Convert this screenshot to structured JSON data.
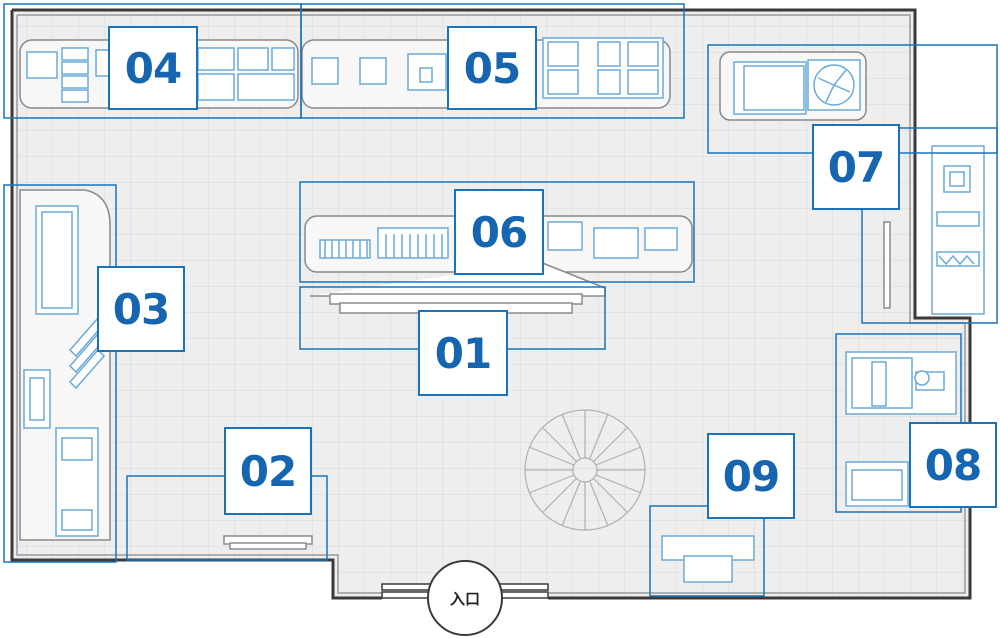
{
  "zones": [
    {
      "id": "01",
      "label": "01"
    },
    {
      "id": "02",
      "label": "02"
    },
    {
      "id": "03",
      "label": "03"
    },
    {
      "id": "04",
      "label": "04"
    },
    {
      "id": "05",
      "label": "05"
    },
    {
      "id": "06",
      "label": "06"
    },
    {
      "id": "07",
      "label": "07"
    },
    {
      "id": "08",
      "label": "08"
    },
    {
      "id": "09",
      "label": "09"
    }
  ],
  "entrance": {
    "label": "入口"
  },
  "colors": {
    "accent": "#1a73b8",
    "wall": "#3a3a3a",
    "floor": "#eeeeee",
    "grid": "#dcdcdc",
    "furniture_line": "#7fb6e0"
  }
}
